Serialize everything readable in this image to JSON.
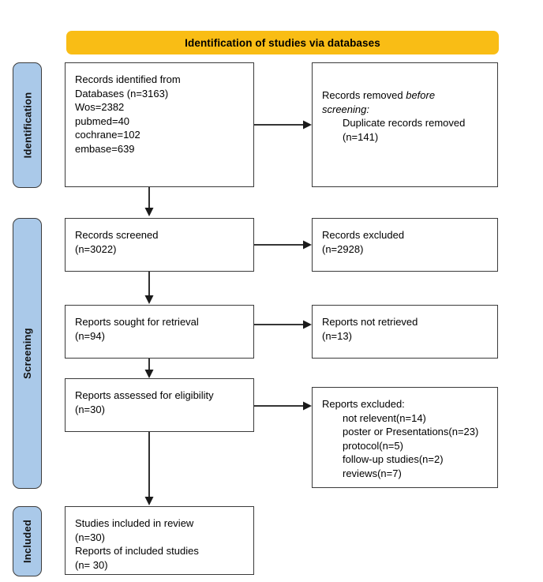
{
  "diagram": {
    "title": "PRISMA flow diagram",
    "colors": {
      "banner": "#F9BD15",
      "side_label": "#AAC9E9",
      "border": "#3a3a3a",
      "text": "#000000"
    }
  },
  "banner": {
    "label": "Identification of studies via databases"
  },
  "phases": [
    {
      "label": "Identification"
    },
    {
      "label": "Screening"
    },
    {
      "label": "Included"
    }
  ],
  "boxes": {
    "records_identified": {
      "lines": [
        "Records identified from",
        "Databases (n=3163)",
        "Wos=2382",
        "pubmed=40",
        "cochrane=102",
        "embase=639"
      ]
    },
    "records_removed": {
      "line1_prefix": "Records removed ",
      "line1_italic": "before",
      "line2_italic": "screening:",
      "line3": "Duplicate records removed",
      "line4": "(n=141)"
    },
    "records_screened": {
      "lines": [
        "Records screened",
        "(n=3022)"
      ]
    },
    "records_excluded": {
      "lines": [
        "Records excluded",
        "(n=2928)"
      ]
    },
    "reports_sought": {
      "lines": [
        "Reports sought for retrieval",
        "(n=94)"
      ]
    },
    "reports_not_retrieved": {
      "lines": [
        "Reports not retrieved",
        "(n=13)"
      ]
    },
    "reports_assessed": {
      "lines": [
        "Reports assessed for eligibility",
        "(n=30)"
      ]
    },
    "reports_excluded": {
      "heading": "Reports excluded:",
      "reasons": [
        "not relevent(n=14)",
        "poster or Presentations(n=23)",
        "protocol(n=5)",
        "follow-up studies(n=2)",
        "reviews(n=7)"
      ]
    },
    "studies_included": {
      "lines": [
        "Studies included in review",
        "(n=30)",
        "Reports of included studies",
        "(n= 30)"
      ]
    }
  }
}
